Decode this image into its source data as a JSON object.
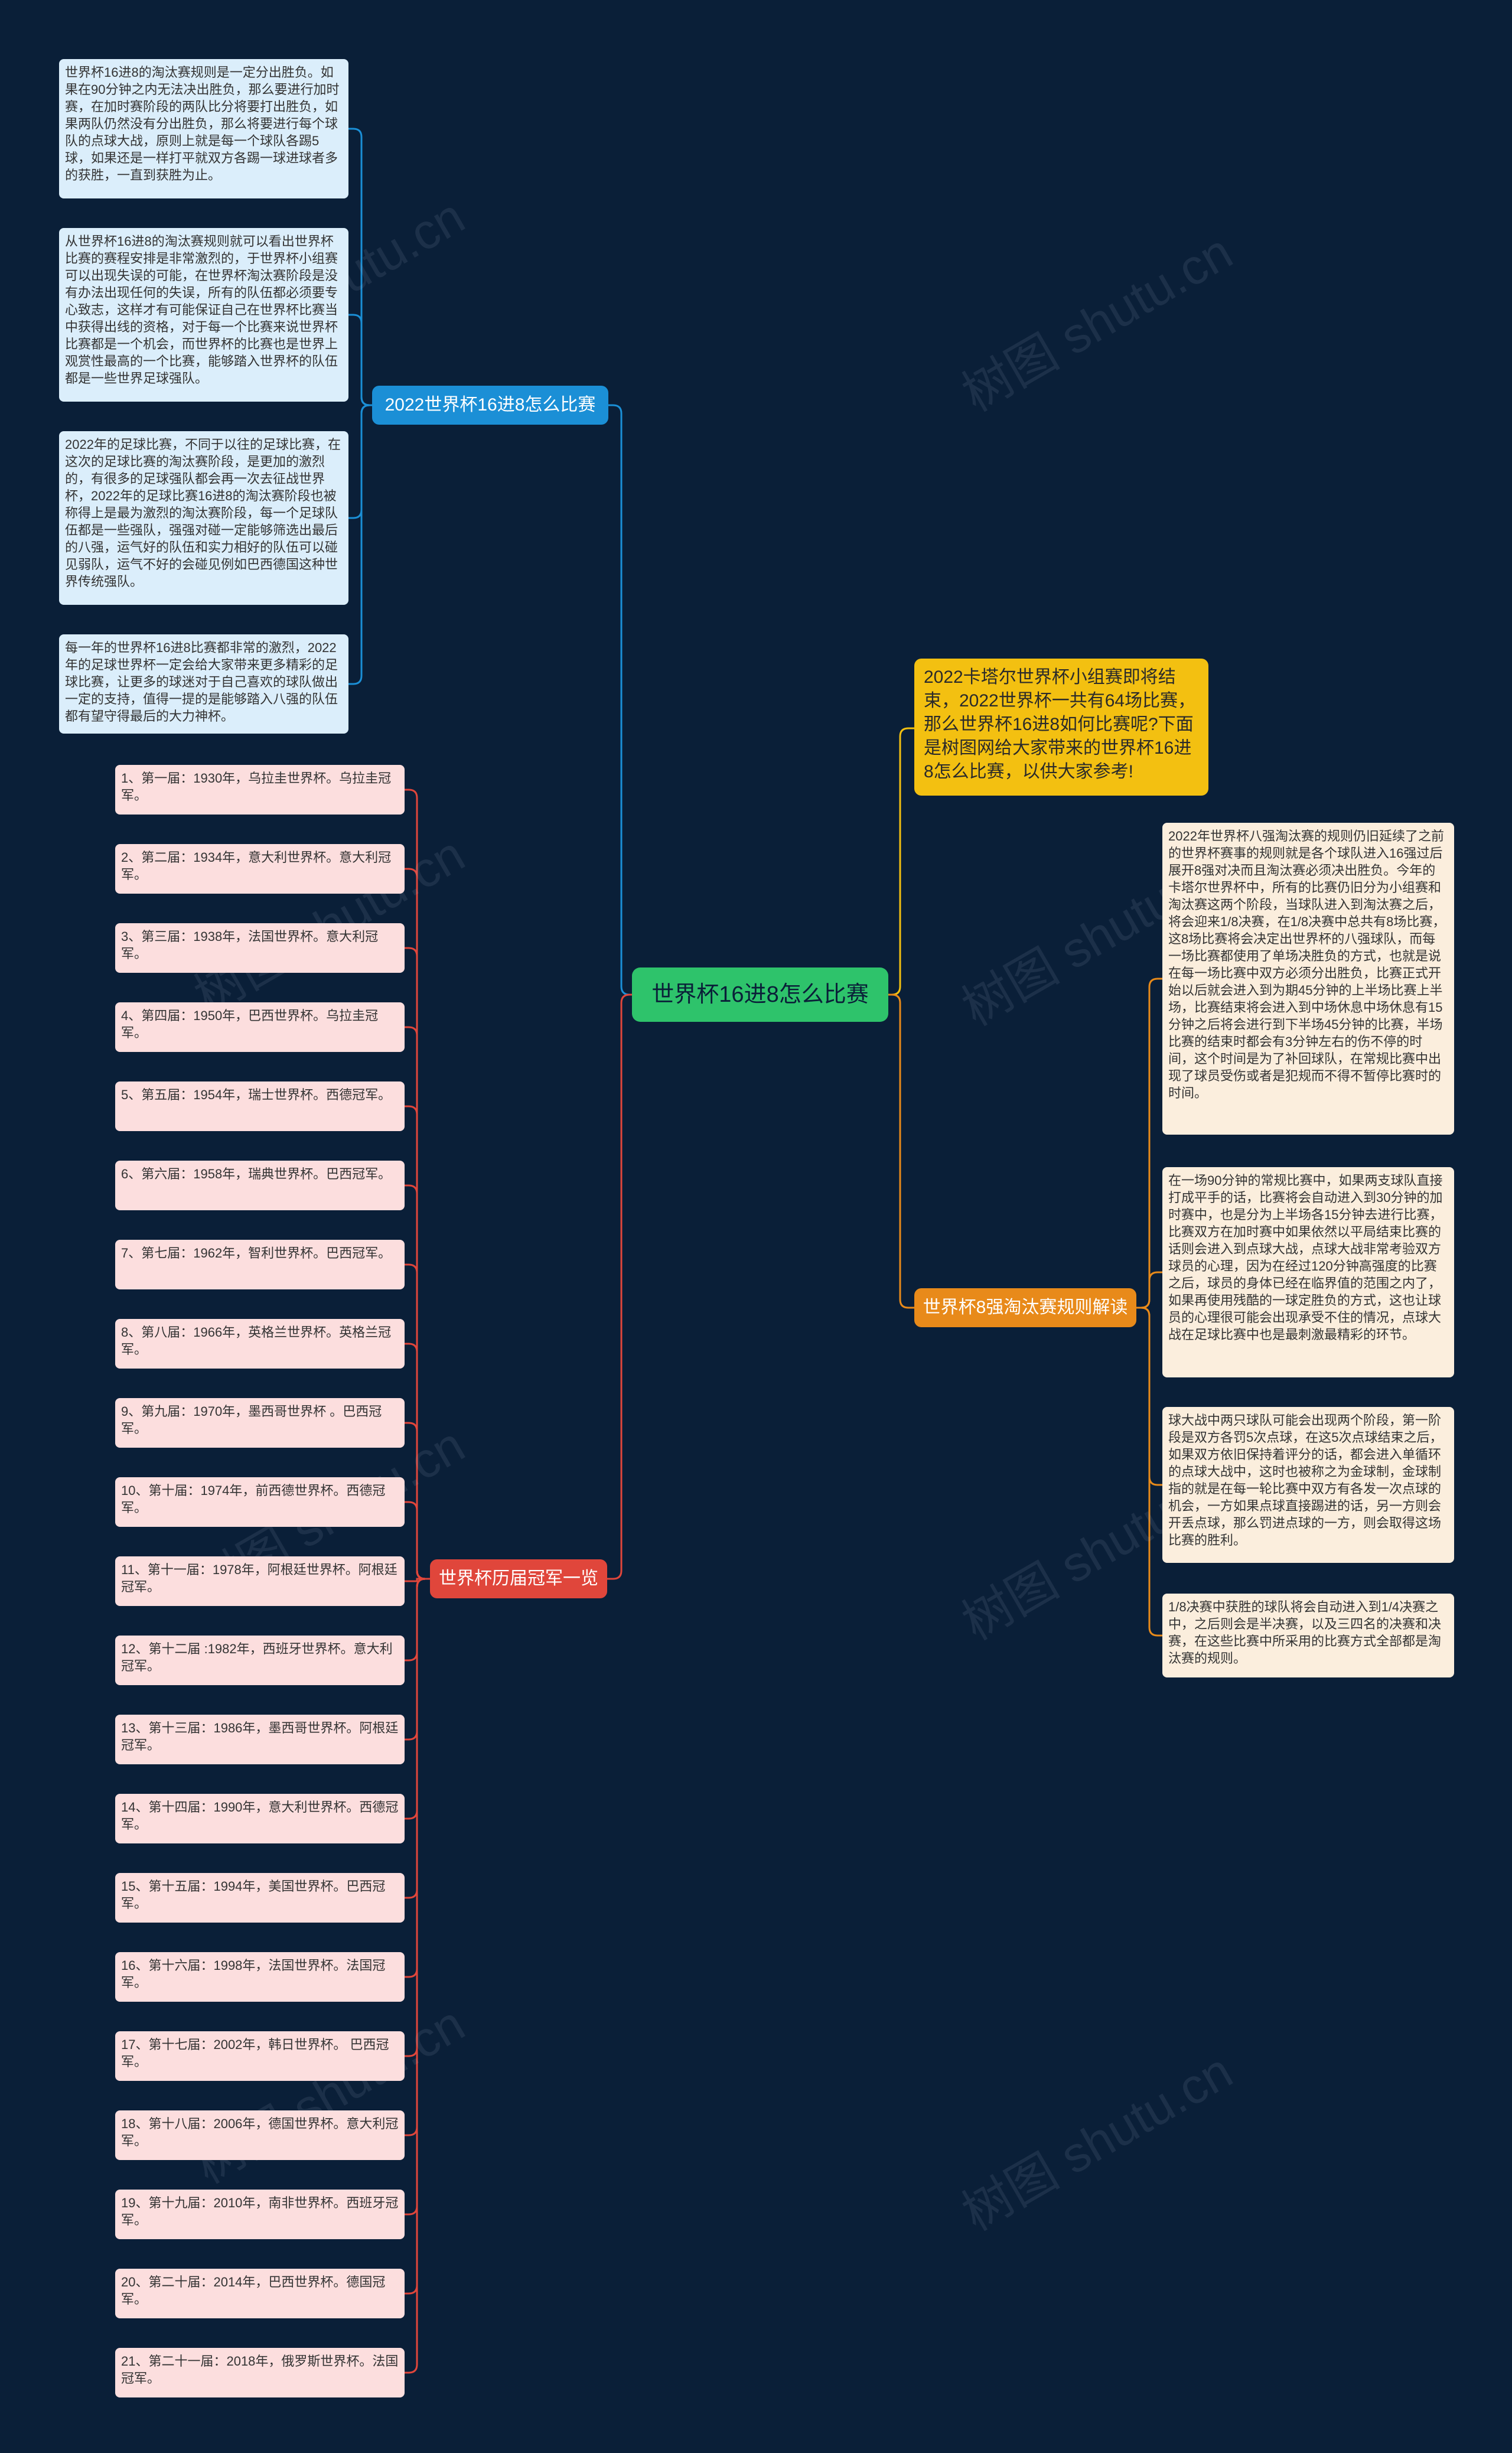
{
  "root": {
    "label": "世界杯16进8怎么比赛"
  },
  "intro": {
    "text": "2022卡塔尔世界杯小组赛即将结束，2022世界杯一共有64场比赛，那么世界杯16进8如何比赛呢?下面是树图网给大家带来的世界杯16进8怎么比赛，以供大家参考!"
  },
  "branch_how": {
    "label": "2022世界杯16进8怎么比赛",
    "items": [
      "世界杯16进8的淘汰赛规则是一定分出胜负。如果在90分钟之内无法决出胜负，那么要进行加时赛，在加时赛阶段的两队比分将要打出胜负，如果两队仍然没有分出胜负，那么将要进行每个球队的点球大战，原则上就是每一个球队各踢5球，如果还是一样打平就双方各踢一球进球者多的获胜，一直到获胜为止。",
      "从世界杯16进8的淘汰赛规则就可以看出世界杯比赛的赛程安排是非常激烈的，于世界杯小组赛可以出现失误的可能，在世界杯淘汰赛阶段是没有办法出现任何的失误，所有的队伍都必须要专心致志，这样才有可能保证自己在世界杯比赛当中获得出线的资格，对于每一个比赛来说世界杯比赛都是一个机会，而世界杯的比赛也是世界上观赏性最高的一个比赛，能够踏入世界杯的队伍都是一些世界足球强队。",
      "2022年的足球比赛，不同于以往的足球比赛，在这次的足球比赛的淘汰赛阶段，是更加的激烈的，有很多的足球强队都会再一次去征战世界杯，2022年的足球比赛16进8的淘汰赛阶段也被称得上是最为激烈的淘汰赛阶段，每一个足球队伍都是一些强队，强强对碰一定能够筛选出最后的八强，运气好的队伍和实力相好的队伍可以碰见弱队，运气不好的会碰见例如巴西德国这种世界传统强队。",
      "每一年的世界杯16进8比赛都非常的激烈，2022年的足球世界杯一定会给大家带来更多精彩的足球比赛，让更多的球迷对于自己喜欢的球队做出一定的支持，值得一提的是能够踏入八强的队伍都有望守得最后的大力神杯。"
    ]
  },
  "branch_champions": {
    "label": "世界杯历届冠军一览",
    "items": [
      "1、第一届：1930年，乌拉圭世界杯。乌拉圭冠军。",
      "2、第二届：1934年，意大利世界杯。意大利冠军。",
      "3、第三届：1938年，法国世界杯。意大利冠军。",
      "4、第四届：1950年，巴西世界杯。乌拉圭冠军。",
      "5、第五届：1954年，瑞士世界杯。西德冠军。",
      "6、第六届：1958年，瑞典世界杯。巴西冠军。",
      "7、第七届：1962年，智利世界杯。巴西冠军。",
      "8、第八届：1966年，英格兰世界杯。英格兰冠军。",
      "9、第九届：1970年，墨西哥世界杯 。巴西冠军。",
      "10、第十届：1974年，前西德世界杯。西德冠军。",
      "11、第十一届：1978年，阿根廷世界杯。阿根廷冠军。",
      "12、第十二届 :1982年，西班牙世界杯。意大利冠军。",
      "13、第十三届：1986年，墨西哥世界杯。阿根廷冠军。",
      "14、第十四届：1990年，意大利世界杯。西德冠军。",
      "15、第十五届：1994年，美国世界杯。巴西冠军。",
      "16、第十六届：1998年，法国世界杯。法国冠军。",
      "17、第十七届：2002年，韩日世界杯。 巴西冠军。",
      "18、第十八届：2006年，德国世界杯。意大利冠军。",
      "19、第十九届：2010年，南非世界杯。西班牙冠军。",
      "20、第二十届：2014年，巴西世界杯。德国冠军。",
      "21、第二十一届：2018年，俄罗斯世界杯。法国冠军。"
    ]
  },
  "branch_rules": {
    "label": "世界杯8强淘汰赛规则解读",
    "items": [
      "2022年世界杯八强淘汰赛的规则仍旧延续了之前的世界杯赛事的规则就是各个球队进入16强过后展开8强对决而且淘汰赛必须决出胜负。今年的卡塔尔世界杯中，所有的比赛仍旧分为小组赛和淘汰赛这两个阶段，当球队进入到淘汰赛之后，将会迎来1/8决赛，在1/8决赛中总共有8场比赛，这8场比赛将会决定出世界杯的八强球队，而每一场比赛都使用了单场决胜负的方式，也就是说在每一场比赛中双方必须分出胜负，比赛正式开始以后就会进入到为期45分钟的上半场比赛上半场，比赛结束将会进入到中场休息中场休息有15分钟之后将会进行到下半场45分钟的比赛，半场比赛的结束时都会有3分钟左右的伤不停的时间，这个时间是为了补回球队，在常规比赛中出现了球员受伤或者是犯规而不得不暂停比赛时的时间。",
      "在一场90分钟的常规比赛中，如果两支球队直接打成平手的话，比赛将会自动进入到30分钟的加时赛中，也是分为上半场各15分钟去进行比赛，比赛双方在加时赛中如果依然以平局结束比赛的话则会进入到点球大战，点球大战非常考验双方球员的心理，因为在经过120分钟高强度的比赛之后，球员的身体已经在临界值的范围之内了，如果再使用残酷的一球定胜负的方式，这也让球员的心理很可能会出现承受不住的情况，点球大战在足球比赛中也是最刺激最精彩的环节。",
      "球大战中两只球队可能会出现两个阶段，第一阶段是双方各罚5次点球，在这5次点球结束之后，如果双方依旧保持着评分的话，都会进入单循环的点球大战中，这时也被称之为金球制，金球制指的就是在每一轮比赛中双方有各发一次点球的机会，一方如果点球直接踢进的话，另一方则会开丢点球，那么罚进点球的一方，则会取得这场比赛的胜利。",
      "1/8决赛中获胜的球队将会自动进入到1/4决赛之中，之后则会是半决赛，以及三四名的决赛和决赛，在这些比赛中所采用的比赛方式全部都是淘汰赛的规则。"
    ]
  },
  "colors": {
    "background": "#0a1f38",
    "root": "#2ec36b",
    "blue": "#1b8fd6",
    "red": "#e0463b",
    "orange": "#e88a1a",
    "yellow": "#f3c011"
  },
  "watermark": "树图 shutu.cn"
}
